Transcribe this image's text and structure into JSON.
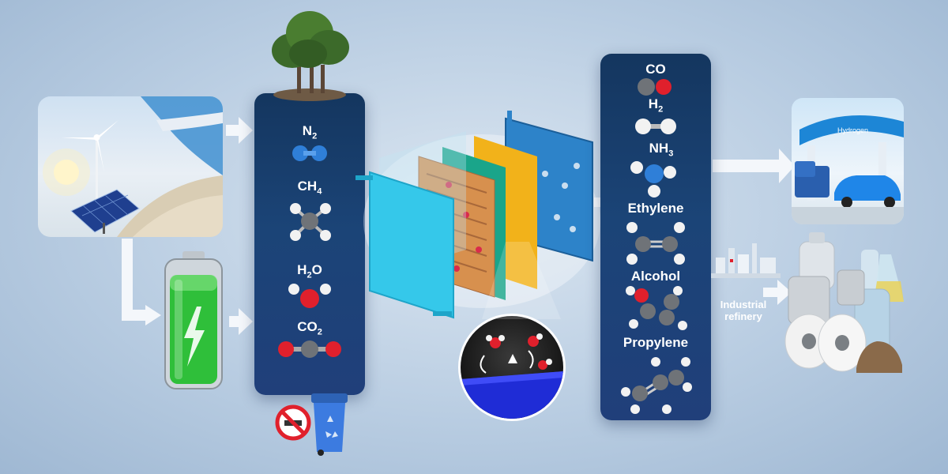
{
  "feedstocks": {
    "n2": {
      "base": "N",
      "sub": "2"
    },
    "ch4": {
      "base": "CH",
      "sub": "4"
    },
    "h2o": {
      "base": "H",
      "sub": "2",
      "tail": "O"
    },
    "co2": {
      "base": "CO",
      "sub": "2"
    }
  },
  "products": {
    "co": {
      "base": "CO"
    },
    "h2": {
      "base": "H",
      "sub": "2"
    },
    "nh3": {
      "base": "NH",
      "sub": "3"
    },
    "ethylene": "Ethylene",
    "alcohol": "Alcohol",
    "propylene": "Propylene"
  },
  "labels": {
    "industrial_refinery": "Industrial\nrefinery",
    "hydrogen_sign": "Hydrogen"
  },
  "colors": {
    "panel": "#1b4477",
    "arrow": "#f4f7fb",
    "carbon": "#6f7378",
    "oxygen": "#e0202c",
    "nitrogen": "#2f7fd8",
    "hydrogen": "#f2f2f2",
    "membrane_teal": "#1aa58a",
    "membrane_yellow": "#f2b21a",
    "electrode_cyan": "#35c8ea",
    "battery_green": "#2fbf3a"
  },
  "icons": [
    "wind-turbine-icon",
    "solar-panel-icon",
    "battery-icon",
    "tree-icon",
    "recycle-bin-icon",
    "no-smoking-icon",
    "electrolyzer-icon",
    "catalyst-surface-icon",
    "hydrogen-station-icon",
    "refinery-icon",
    "chemical-containers-icon"
  ]
}
